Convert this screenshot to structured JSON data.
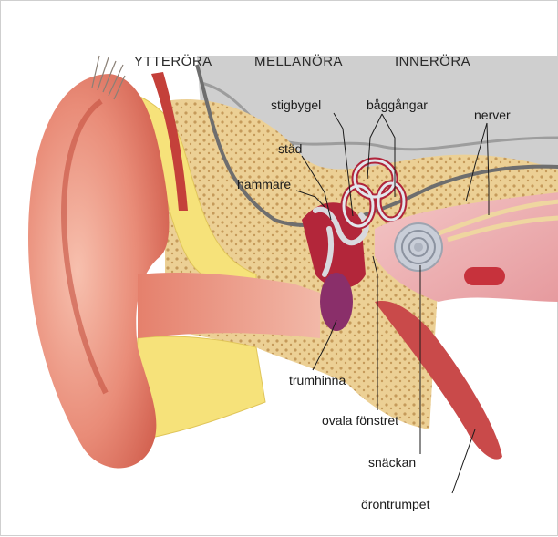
{
  "sections": {
    "outer_ear": "YTTERÖRA",
    "middle_ear": "MELLANÖRA",
    "inner_ear": "INNERÖRA"
  },
  "labels": {
    "stigbygel": "stigbygel",
    "baggangar": "båggångar",
    "nerver": "nerver",
    "stad": "städ",
    "hammare": "hammare",
    "trumhinna": "trumhinna",
    "ovala_fonstret": "ovala fönstret",
    "snackan": "snäckan",
    "orontrumpet": "örontrumpet"
  },
  "colors": {
    "skin": "#e07a6a",
    "skin_light": "#f4b3a2",
    "cartilage": "#f6e27a",
    "bone": "#e9c98a",
    "bone_texture": "#b88d4f",
    "brain_gray": "#c9c9c9",
    "inner_red": "#c0303a",
    "cochlea": "#c7ccd6"
  }
}
